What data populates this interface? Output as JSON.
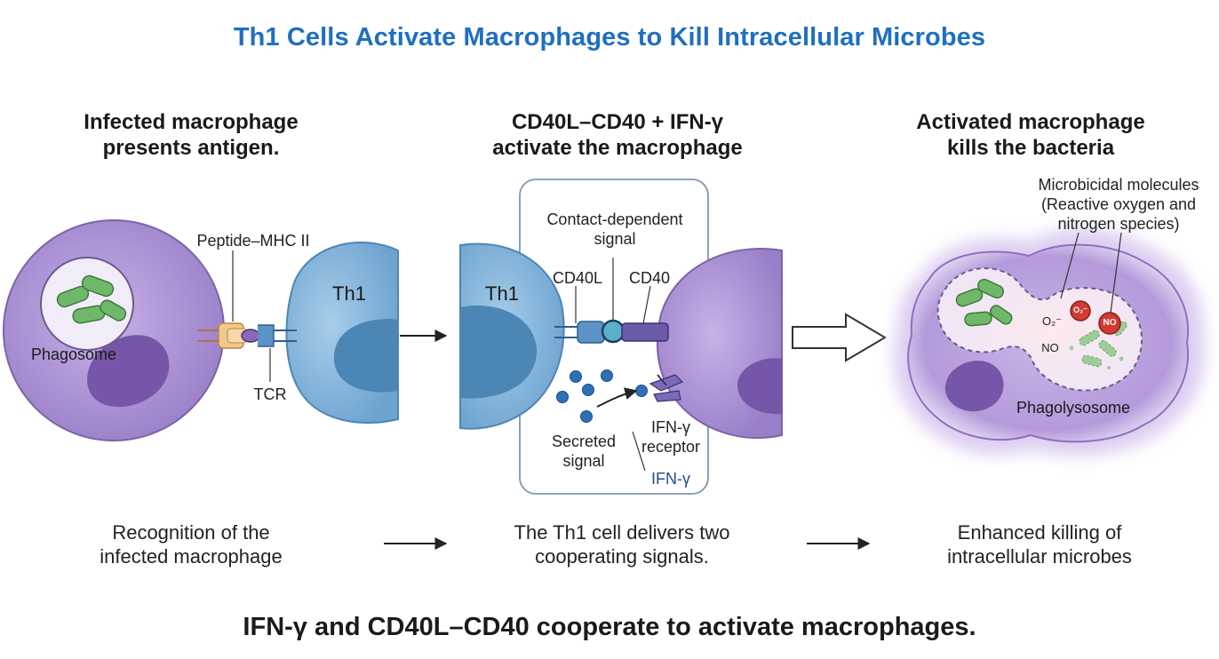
{
  "title": "Th1 Cells Activate Macrophages to Kill Intracellular Microbes",
  "panels": [
    {
      "heading": "Infected macrophage\npresents antigen.",
      "caption": "Recognition of the\ninfected macrophage"
    },
    {
      "heading": "CD40L–CD40 + IFN-γ\nactivate the macrophage",
      "caption": "The Th1 cell delivers two\ncooperating signals."
    },
    {
      "heading": "Activated macrophage\nkills the bacteria",
      "caption": "Enhanced killing of\nintracellular microbes"
    }
  ],
  "labels": {
    "peptide_mhc": "Peptide–MHC II",
    "phagosome": "Phagosome",
    "tcr": "TCR",
    "th1_left": "Th1",
    "th1_mid": "Th1",
    "contact_signal": "Contact-dependent\nsignal",
    "cd40l": "CD40L",
    "cd40": "CD40",
    "secreted_signal": "Secreted\nsignal",
    "ifn_receptor": "IFN-γ\nreceptor",
    "ifn_gamma": "IFN-γ",
    "microbicidal": "Microbicidal molecules\n(Reactive oxygen and\nnitrogen species)",
    "o2_badge": "O₂⁻",
    "no_badge": "NO",
    "o2_text": "O₂⁻",
    "no_text": "NO",
    "phagolysosome": "Phagolysosome"
  },
  "footer": "IFN-γ and CD40L–CD40 cooperate to activate macrophages.",
  "colors": {
    "title": "#1f6fc0",
    "macrophage": "#a98fd0",
    "th1": "#8ab8dc",
    "nucleus_th1": "#4c86b4",
    "bacteria": "#6fb86a",
    "ros_red": "#d23a32"
  }
}
